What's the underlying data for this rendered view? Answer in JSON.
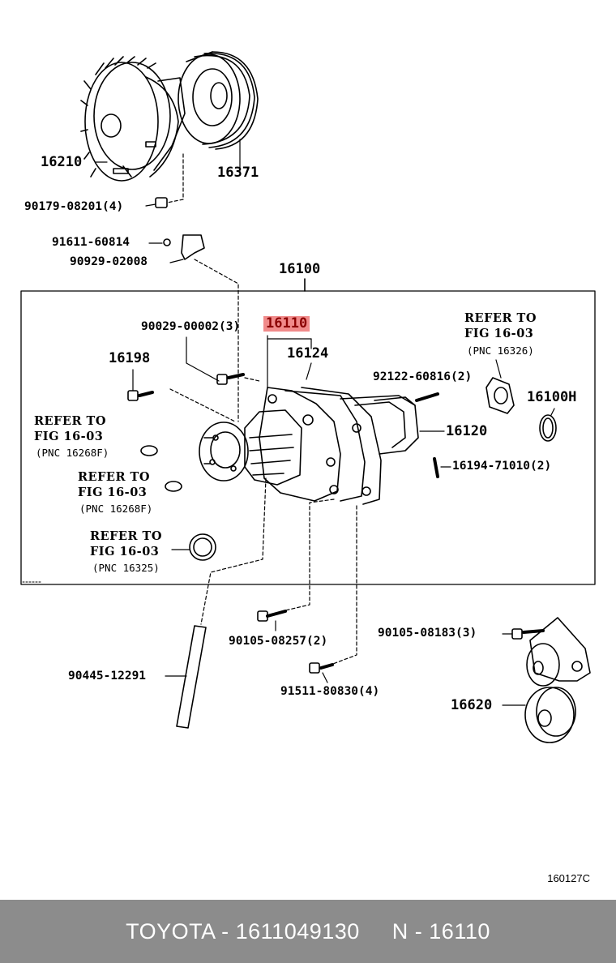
{
  "labels": {
    "p16210": "16210",
    "p16371": "16371",
    "p90179": "90179-08201(4)",
    "p91611": "91611-60814",
    "p90929": "90929-02008",
    "p16100": "16100",
    "p90029": "90029-00002(3)",
    "p16110": "16110",
    "p16124": "16124",
    "p16198": "16198",
    "p92122": "92122-60816(2)",
    "p16100h": "16100H",
    "p16120": "16120",
    "p16194": "16194-71010(2)",
    "p90105a": "90105-08257(2)",
    "p90105b": "90105-08183(3)",
    "p90445": "90445-12291",
    "p91511": "91511-80830(4)",
    "p16620": "16620"
  },
  "refs": [
    {
      "l1": "REFER TO",
      "l2": "FIG 16-03",
      "l3": "(PNC 16326)"
    },
    {
      "l1": "REFER TO",
      "l2": "FIG 16-03",
      "l3": "(PNC 16268F)"
    },
    {
      "l1": "REFER TO",
      "l2": "FIG 16-03",
      "l3": "(PNC 16268F)"
    },
    {
      "l1": "REFER TO",
      "l2": "FIG 16-03",
      "l3": "(PNC 16325)"
    }
  ],
  "diagram_code": "160127C",
  "footer": {
    "text": "TOYOTA - 1611049130     N - 16110"
  },
  "colors": {
    "highlight": "#f08a8a",
    "footer_bg": "#8c8c8c",
    "footer_text": "#ffffff"
  }
}
